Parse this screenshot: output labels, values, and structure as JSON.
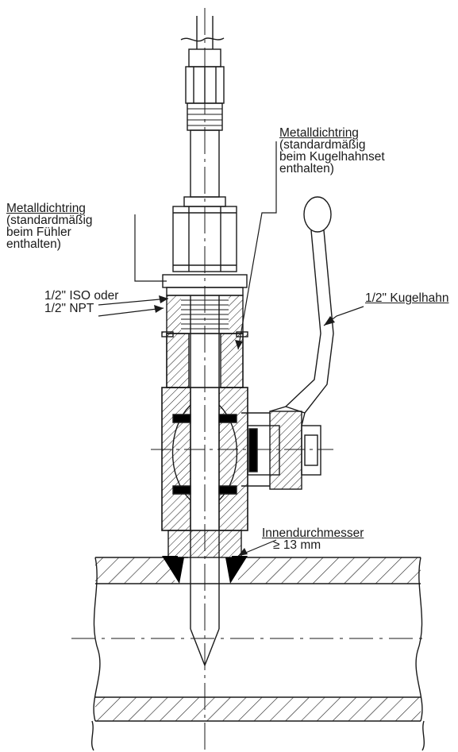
{
  "labels": {
    "metalldichtring_kugelhahn": [
      "Metalldichtring",
      "(standardmäßig",
      "beim Kugelhahnset",
      "enthalten)"
    ],
    "metalldichtring_fuehler": [
      "Metalldichtring",
      "(standardmäßig",
      "beim Fühler",
      "enthalten)"
    ],
    "thread_iso": "1/2\" ISO  oder",
    "thread_npt": "1/2\" NPT",
    "kugelhahn": "1/2\" Kugelhahn",
    "innendurchmesser": "Innendurchmesser",
    "min_diameter": "≥ 13 mm"
  },
  "colors": {
    "line": "#1a1a1a",
    "fill_dark": "#000000",
    "background": "#ffffff"
  }
}
